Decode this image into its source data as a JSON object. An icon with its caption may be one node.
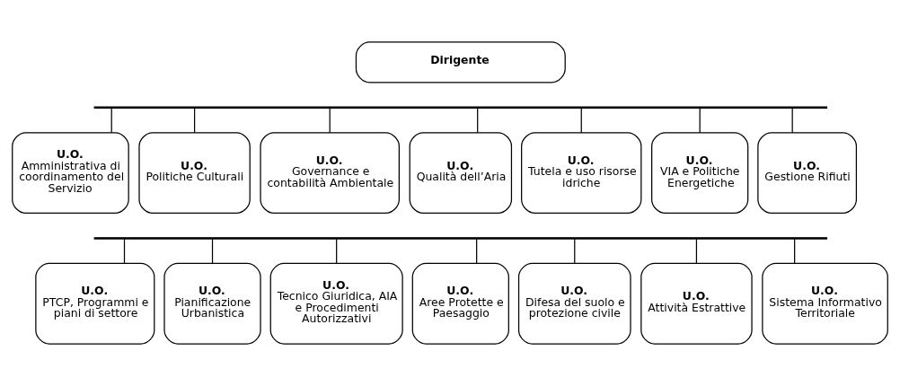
{
  "diagram": {
    "nodes": [
      {
        "text": [
          "Dirigente"
        ]
      },
      {
        "text": [],
        "shape": "bar"
      },
      {
        "text": [
          "U.O.",
          "Amministrativa di coordinamento del Servizio"
        ]
      },
      {
        "text": [
          "U.O.",
          "Politiche Culturali"
        ]
      },
      {
        "text": [
          "U.O.",
          "Governance e contabilità Ambientale"
        ]
      },
      {
        "text": [
          "U.O.",
          "Qualità dell’Aria"
        ]
      },
      {
        "text": [
          "U.O.",
          "Tutela e uso risorse idriche"
        ]
      },
      {
        "text": [
          "U.O.",
          "VIA e Politiche Energetiche"
        ]
      },
      {
        "text": [
          "U.O.",
          "Gestione Rifiuti"
        ]
      },
      {
        "text": [],
        "shape": "bar"
      },
      {
        "text": [
          "U.O.",
          "PTCP, Programmi e piani di settore"
        ]
      },
      {
        "text": [
          "U.O.",
          "Pianificazione Urbanistica"
        ]
      },
      {
        "text": [
          "U.O.",
          "Tecnico Giuridica, AIA e Procedimenti Autorizzativi"
        ]
      },
      {
        "text": [
          "U.O.",
          "Aree Protette e Paesaggio"
        ]
      },
      {
        "text": [
          "U.O.",
          "Difesa del suolo e protezione civile"
        ]
      },
      {
        "text": [
          "U.O.",
          "Attività Estrattive"
        ]
      },
      {
        "text": [
          "U.O.",
          "Sistema Informativo Territoriale"
        ]
      }
    ],
    "edges": [
      {
        "from": 1,
        "to": 2,
        "arrow": "none"
      },
      {
        "from": 1,
        "to": 3,
        "arrow": "none"
      },
      {
        "from": 1,
        "to": 4,
        "arrow": "none"
      },
      {
        "from": 1,
        "to": 5,
        "arrow": "none"
      },
      {
        "from": 1,
        "to": 6,
        "arrow": "none"
      },
      {
        "from": 1,
        "to": 7,
        "arrow": "none"
      },
      {
        "from": 1,
        "to": 8,
        "arrow": "none"
      },
      {
        "from": 9,
        "to": 10,
        "arrow": "none"
      },
      {
        "from": 9,
        "to": 11,
        "arrow": "none"
      },
      {
        "from": 9,
        "to": 12,
        "arrow": "none"
      },
      {
        "from": 9,
        "to": 13,
        "arrow": "none"
      },
      {
        "from": 9,
        "to": 14,
        "arrow": "none"
      },
      {
        "from": 9,
        "to": 15,
        "arrow": "none"
      },
      {
        "from": 9,
        "to": 16,
        "arrow": "none"
      }
    ]
  }
}
